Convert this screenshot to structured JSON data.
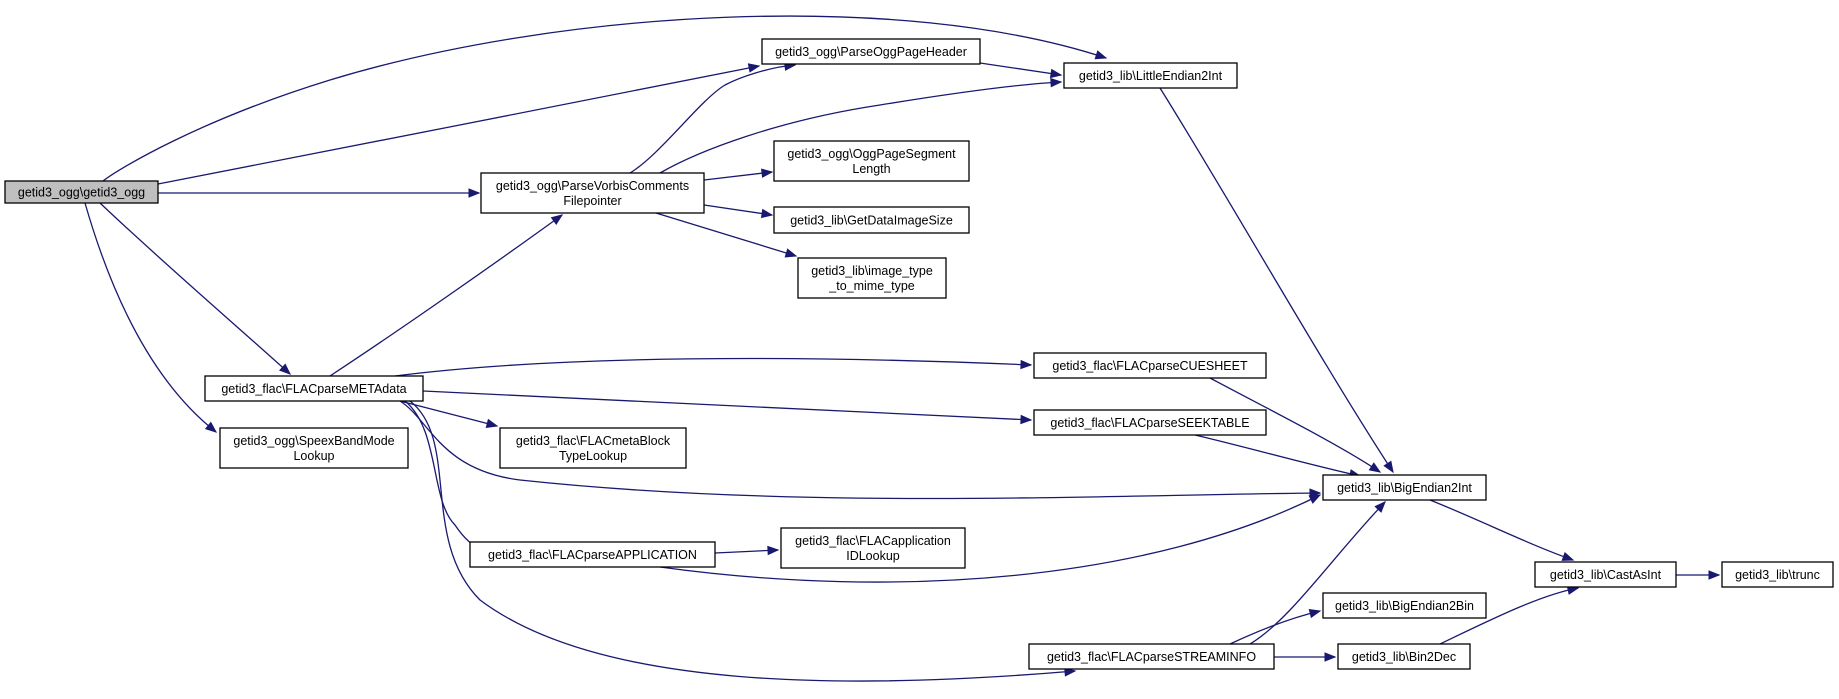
{
  "graph": {
    "nodes": [
      {
        "id": "root",
        "lines": [
          "getid3_ogg\\getid3_ogg"
        ],
        "root": true
      },
      {
        "id": "parseOggPageHeader",
        "lines": [
          "getid3_ogg\\ParseOggPageHeader"
        ]
      },
      {
        "id": "littleEndian2Int",
        "lines": [
          "getid3_lib\\LittleEndian2Int"
        ]
      },
      {
        "id": "parseVorbisComments",
        "lines": [
          "getid3_ogg\\ParseVorbisComments",
          "Filepointer"
        ]
      },
      {
        "id": "oggPageSegmentLength",
        "lines": [
          "getid3_ogg\\OggPageSegment",
          "Length"
        ]
      },
      {
        "id": "getDataImageSize",
        "lines": [
          "getid3_lib\\GetDataImageSize"
        ]
      },
      {
        "id": "imageTypeToMime",
        "lines": [
          "getid3_lib\\image_type",
          "_to_mime_type"
        ]
      },
      {
        "id": "flacParseMETAdata",
        "lines": [
          "getid3_flac\\FLACparseMETAdata"
        ]
      },
      {
        "id": "speexBandModeLookup",
        "lines": [
          "getid3_ogg\\SpeexBandMode",
          "Lookup"
        ]
      },
      {
        "id": "flacParseCUESHEET",
        "lines": [
          "getid3_flac\\FLACparseCUESHEET"
        ]
      },
      {
        "id": "flacParseSEEKTABLE",
        "lines": [
          "getid3_flac\\FLACparseSEEKTABLE"
        ]
      },
      {
        "id": "flacMetaBlockTypeLookup",
        "lines": [
          "getid3_flac\\FLACmetaBlock",
          "TypeLookup"
        ]
      },
      {
        "id": "bigEndian2Int",
        "lines": [
          "getid3_lib\\BigEndian2Int"
        ]
      },
      {
        "id": "flacParseAPPLICATION",
        "lines": [
          "getid3_flac\\FLACparseAPPLICATION"
        ]
      },
      {
        "id": "flacApplicationIDLookup",
        "lines": [
          "getid3_flac\\FLACapplication",
          "IDLookup"
        ]
      },
      {
        "id": "castAsInt",
        "lines": [
          "getid3_lib\\CastAsInt"
        ]
      },
      {
        "id": "trunc",
        "lines": [
          "getid3_lib\\trunc"
        ]
      },
      {
        "id": "bigEndian2Bin",
        "lines": [
          "getid3_lib\\BigEndian2Bin"
        ]
      },
      {
        "id": "flacParseSTREAMINFO",
        "lines": [
          "getid3_flac\\FLACparseSTREAMINFO"
        ]
      },
      {
        "id": "bin2Dec",
        "lines": [
          "getid3_lib\\Bin2Dec"
        ]
      }
    ],
    "edges": [
      [
        "root",
        "littleEndian2Int"
      ],
      [
        "root",
        "parseOggPageHeader"
      ],
      [
        "root",
        "parseVorbisComments"
      ],
      [
        "root",
        "flacParseMETAdata"
      ],
      [
        "root",
        "speexBandModeLookup"
      ],
      [
        "parseOggPageHeader",
        "littleEndian2Int"
      ],
      [
        "parseVorbisComments",
        "parseOggPageHeader"
      ],
      [
        "parseVorbisComments",
        "littleEndian2Int"
      ],
      [
        "parseVorbisComments",
        "oggPageSegmentLength"
      ],
      [
        "parseVorbisComments",
        "getDataImageSize"
      ],
      [
        "parseVorbisComments",
        "imageTypeToMime"
      ],
      [
        "littleEndian2Int",
        "bigEndian2Int"
      ],
      [
        "flacParseMETAdata",
        "parseVorbisComments"
      ],
      [
        "flacParseMETAdata",
        "flacParseCUESHEET"
      ],
      [
        "flacParseMETAdata",
        "flacParseSEEKTABLE"
      ],
      [
        "flacParseMETAdata",
        "flacMetaBlockTypeLookup"
      ],
      [
        "flacParseMETAdata",
        "bigEndian2Int"
      ],
      [
        "flacParseMETAdata",
        "flacParseAPPLICATION"
      ],
      [
        "flacParseMETAdata",
        "flacParseSTREAMINFO"
      ],
      [
        "flacParseCUESHEET",
        "bigEndian2Int"
      ],
      [
        "flacParseSEEKTABLE",
        "bigEndian2Int"
      ],
      [
        "flacParseAPPLICATION",
        "flacApplicationIDLookup"
      ],
      [
        "flacParseAPPLICATION",
        "bigEndian2Int"
      ],
      [
        "bigEndian2Int",
        "castAsInt"
      ],
      [
        "castAsInt",
        "trunc"
      ],
      [
        "flacParseSTREAMINFO",
        "bigEndian2Int"
      ],
      [
        "flacParseSTREAMINFO",
        "bigEndian2Bin"
      ],
      [
        "flacParseSTREAMINFO",
        "bin2Dec"
      ],
      [
        "bin2Dec",
        "castAsInt"
      ]
    ]
  }
}
